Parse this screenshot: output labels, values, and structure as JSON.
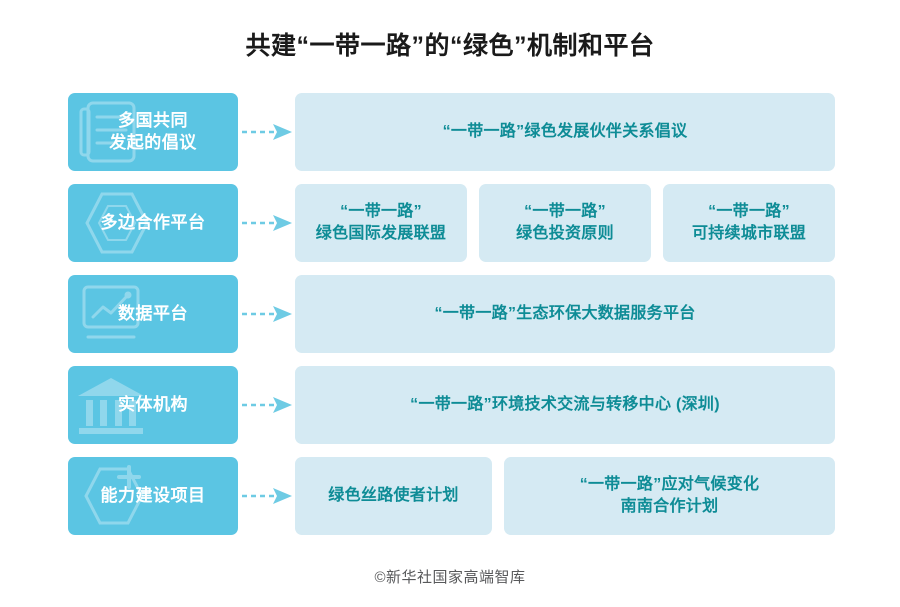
{
  "title": "共建“一带一路”的“绿色”机制和平台",
  "footer": "©新华社国家高端智库",
  "colors": {
    "category_bg": "#5bc5e3",
    "item_bg": "#d5eaf3",
    "item_text": "#0e8c96",
    "category_text": "#ffffff",
    "arrow": "#6ecbe4",
    "title_text": "#1a1a1a",
    "footer_text": "#58595b",
    "page_bg": "#ffffff"
  },
  "rows": [
    {
      "category": "多国共同\n发起的倡议",
      "icon": "document-list-icon",
      "arrow": "dashed-arrow-right-icon",
      "items": [
        {
          "label": "“一带一路”绿色发展伙伴关系倡议"
        }
      ]
    },
    {
      "category": "多边合作平台",
      "icon": "hexagon-icon",
      "arrow": "dashed-arrow-right-icon",
      "items": [
        {
          "label": "“一带一路”\n绿色国际发展联盟"
        },
        {
          "label": "“一带一路”\n绿色投资原则"
        },
        {
          "label": "“一带一路”\n可持续城市联盟"
        }
      ]
    },
    {
      "category": "数据平台",
      "icon": "monitor-chart-icon",
      "arrow": "dashed-arrow-right-icon",
      "items": [
        {
          "label": "“一带一路”生态环保大数据服务平台"
        }
      ]
    },
    {
      "category": "实体机构",
      "icon": "bank-building-icon",
      "arrow": "dashed-arrow-right-icon",
      "items": [
        {
          "label": "“一带一路”环境技术交流与转移中心 (深圳)"
        }
      ]
    },
    {
      "category": "能力建设项目",
      "icon": "hexagon-plus-icon",
      "arrow": "dashed-arrow-right-icon",
      "items": [
        {
          "label": "绿色丝路使者计划"
        },
        {
          "label": "“一带一路”应对气候变化\n南南合作计划"
        }
      ]
    }
  ]
}
